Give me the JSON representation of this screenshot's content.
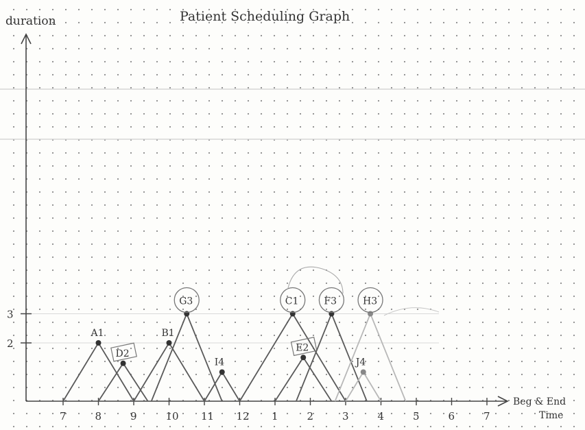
{
  "title": "Patient Scheduling Graph",
  "y_axis_label": "duration",
  "x_axis_label_line1": "Beg & End",
  "x_axis_label_line2": "Time",
  "y_ticks": [
    "3",
    "2"
  ],
  "x_ticks": [
    "7",
    "8",
    "9",
    "10",
    "11",
    "12",
    "1",
    "2",
    "3",
    "4",
    "5",
    "6",
    "7"
  ],
  "nodes": [
    {
      "id": "a1",
      "label": "A1",
      "start": 7,
      "peak": 8,
      "end": 9,
      "duration": 2,
      "circled": false,
      "boxed": false,
      "faded": false
    },
    {
      "id": "d2",
      "label": "D2",
      "start": 8,
      "peak": 8.7,
      "end": 9.4,
      "duration": 1.3,
      "circled": false,
      "boxed": true,
      "faded": false
    },
    {
      "id": "b1",
      "label": "B1",
      "start": 9,
      "peak": 10,
      "end": 11,
      "duration": 2,
      "circled": false,
      "boxed": false,
      "faded": false
    },
    {
      "id": "g3",
      "label": "G3",
      "start": 9.5,
      "peak": 10.5,
      "end": 11.5,
      "duration": 3,
      "circled": true,
      "boxed": false,
      "faded": false
    },
    {
      "id": "i4",
      "label": "I4",
      "start": 11,
      "peak": 11.5,
      "end": 12,
      "duration": 1,
      "circled": false,
      "boxed": false,
      "faded": false
    },
    {
      "id": "c1",
      "label": "C1",
      "start": 12,
      "peak": 13.5,
      "end": 15,
      "duration": 3,
      "circled": true,
      "boxed": false,
      "faded": false
    },
    {
      "id": "e2",
      "label": "E2",
      "start": 13,
      "peak": 13.8,
      "end": 14.6,
      "duration": 1.5,
      "circled": false,
      "boxed": true,
      "faded": false
    },
    {
      "id": "f3",
      "label": "F3",
      "start": 13.6,
      "peak": 14.6,
      "end": 15.6,
      "duration": 3,
      "circled": true,
      "boxed": false,
      "faded": false
    },
    {
      "id": "h3",
      "label": "H3",
      "start": 14.7,
      "peak": 15.7,
      "end": 16.7,
      "duration": 3,
      "circled": true,
      "boxed": false,
      "faded": true
    },
    {
      "id": "j4",
      "label": "J4",
      "start": 15,
      "peak": 15.5,
      "end": 16,
      "duration": 1,
      "circled": false,
      "boxed": false,
      "faded": true
    }
  ],
  "colors": {
    "ink": "#3a3a3a",
    "pencil": "#5a5a5a",
    "faded": "#b8b8b8",
    "grid_dot": "#8a8a8a",
    "rule": "#cfcfcf"
  }
}
